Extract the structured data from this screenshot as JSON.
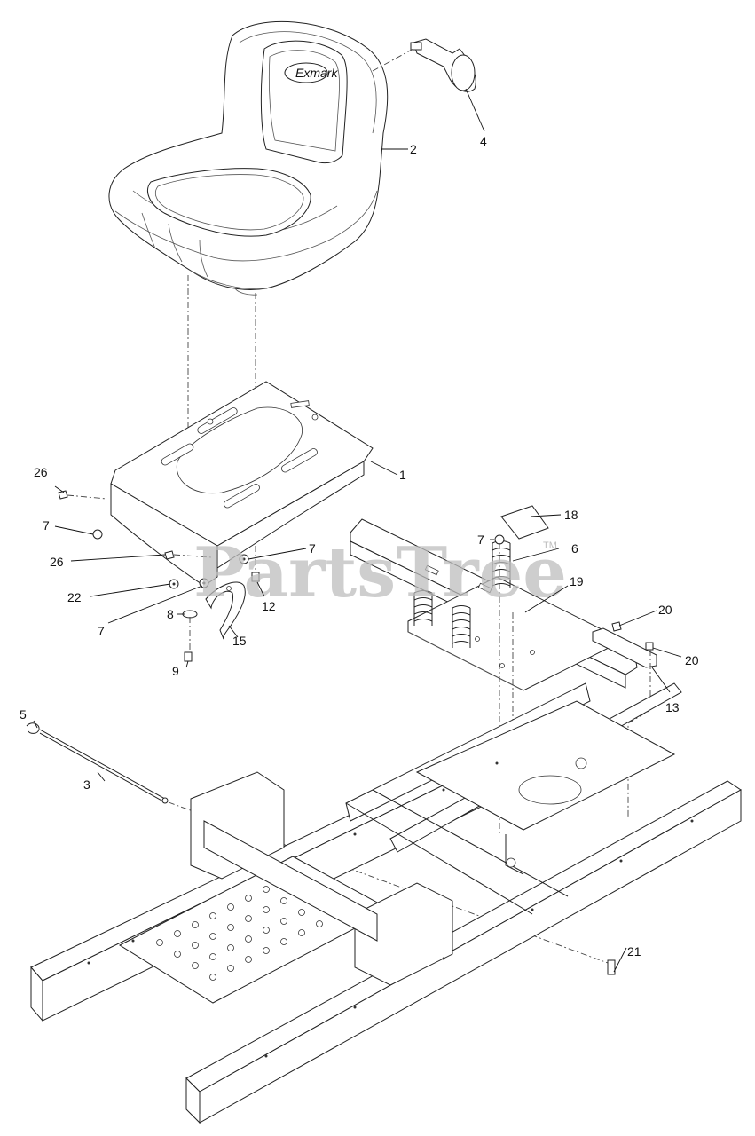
{
  "watermark": {
    "text": "PartsTree",
    "tm": "TM"
  },
  "seat_logo": "Exmark",
  "callouts": [
    {
      "id": "c1",
      "label": "1"
    },
    {
      "id": "c2",
      "label": "2"
    },
    {
      "id": "c3",
      "label": "3"
    },
    {
      "id": "c4",
      "label": "4"
    },
    {
      "id": "c5",
      "label": "5"
    },
    {
      "id": "c6",
      "label": "6"
    },
    {
      "id": "c7a",
      "label": "7"
    },
    {
      "id": "c7b",
      "label": "7"
    },
    {
      "id": "c7c",
      "label": "7"
    },
    {
      "id": "c7d",
      "label": "7"
    },
    {
      "id": "c8",
      "label": "8"
    },
    {
      "id": "c9",
      "label": "9"
    },
    {
      "id": "c12",
      "label": "12"
    },
    {
      "id": "c13",
      "label": "13"
    },
    {
      "id": "c15",
      "label": "15"
    },
    {
      "id": "c18",
      "label": "18"
    },
    {
      "id": "c19",
      "label": "19"
    },
    {
      "id": "c20a",
      "label": "20"
    },
    {
      "id": "c20b",
      "label": "20"
    },
    {
      "id": "c21",
      "label": "21"
    },
    {
      "id": "c22",
      "label": "22"
    },
    {
      "id": "c26a",
      "label": "26"
    },
    {
      "id": "c26b",
      "label": "26"
    }
  ]
}
